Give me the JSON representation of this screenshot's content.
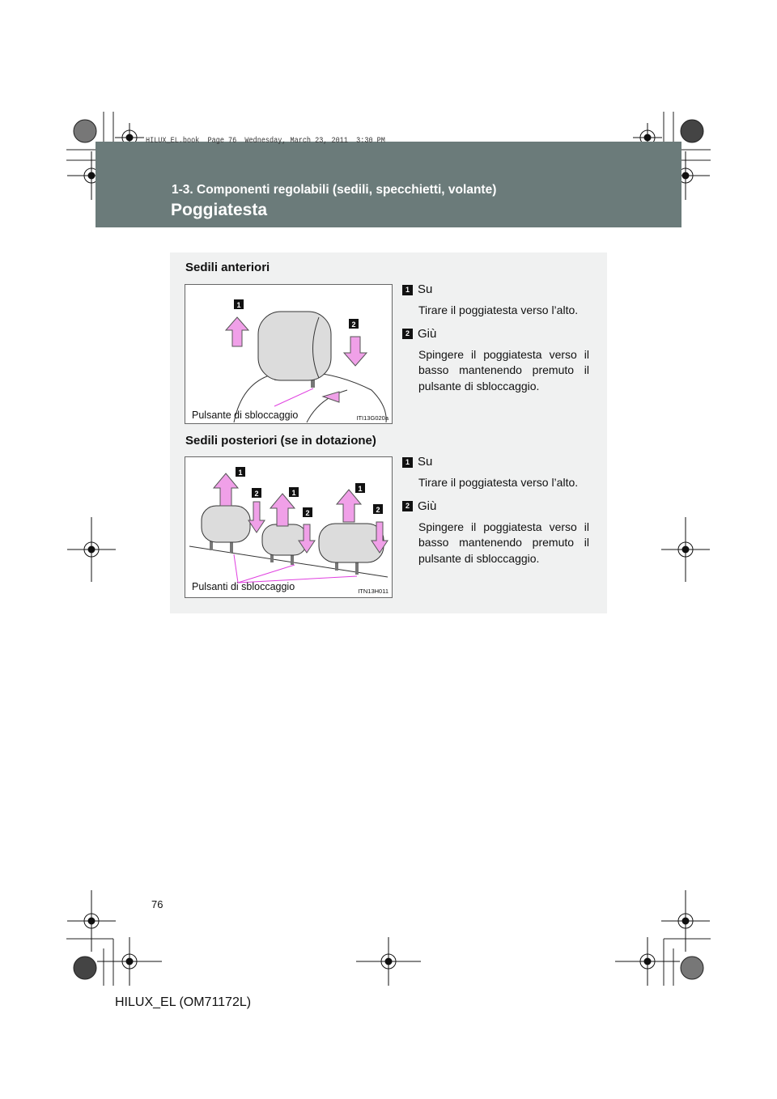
{
  "book_line": "HILUX_EL.book  Page 76  Wednesday, March 23, 2011  3:30 PM",
  "header": {
    "section": "1-3. Componenti regolabili (sedili, specchietti, volante)",
    "title": "Poggiatesta"
  },
  "front": {
    "heading": "Sedili anteriori",
    "figure_label": "Pulsante di sbloccaggio",
    "figure_code": "ITI13G020a",
    "items": [
      {
        "num": "1",
        "title": "Su",
        "text": "Tirare il poggiatesta verso l’alto."
      },
      {
        "num": "2",
        "title": "Giù",
        "text": "Spingere il poggiatesta verso il basso mantenendo premuto il pulsante di sbloccaggio."
      }
    ]
  },
  "rear": {
    "heading": "Sedili posteriori (se in dotazione)",
    "figure_label": "Pulsanti di sbloccaggio",
    "figure_code": "ITN13H011",
    "items": [
      {
        "num": "1",
        "title": "Su",
        "text": "Tirare il poggiatesta verso l’alto."
      },
      {
        "num": "2",
        "title": "Giù",
        "text": "Spingere il poggiatesta verso il basso mantenendo premuto il pulsante di sbloccaggio."
      }
    ]
  },
  "page_number": "76",
  "footer": "HILUX_EL (OM71172L)",
  "colors": {
    "band": "#6b7b7a",
    "panel": "#f0f1f1",
    "arrow": "#f0a0e8"
  }
}
